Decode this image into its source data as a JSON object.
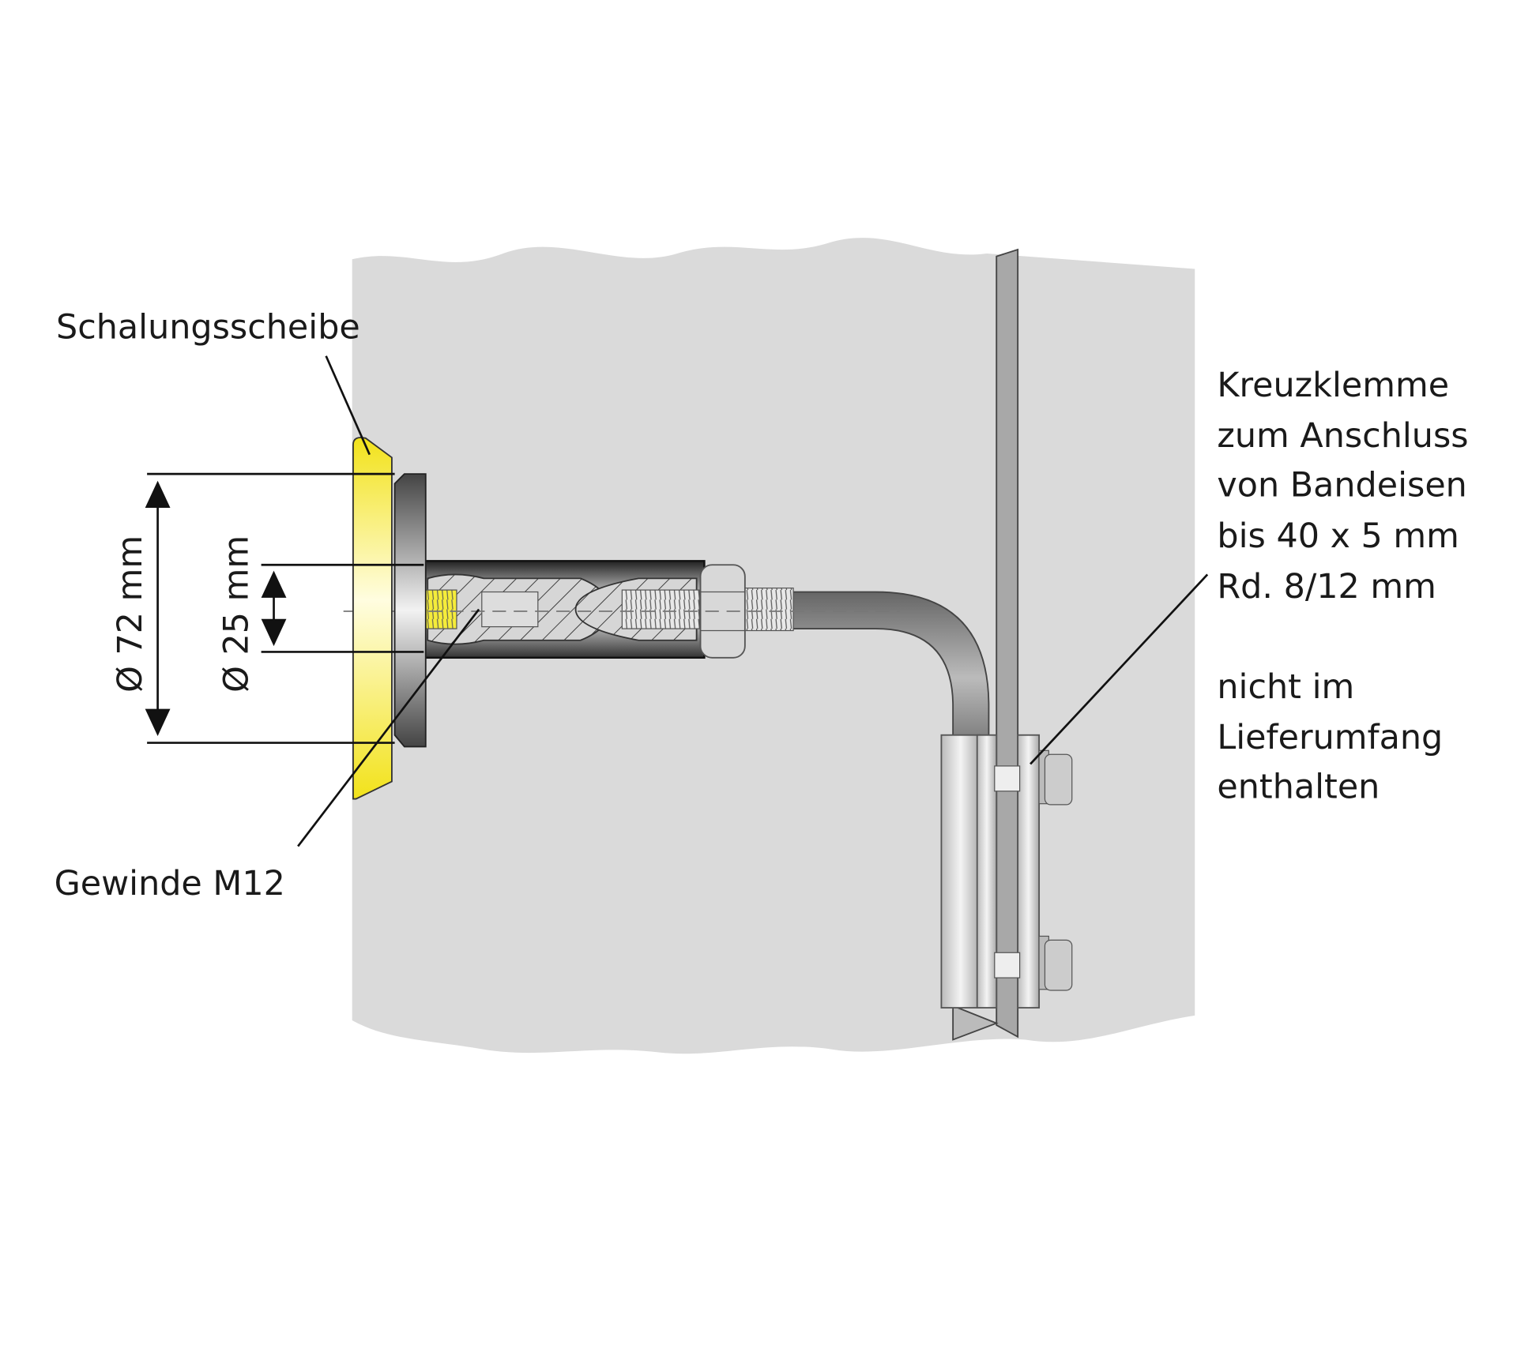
{
  "labels": {
    "schalungsscheibe": "Schalungsscheibe",
    "gewinde": "Gewinde M12",
    "dia72": "Ø 72 mm",
    "dia25": "Ø 25 mm",
    "kreuzklemme": [
      "Kreuzklemme",
      "zum Anschluss",
      "von Bandeisen",
      "bis 40 x 5 mm",
      "Rd. 8/12 mm"
    ],
    "note": [
      "nicht im",
      "Lieferumfang",
      "enthalten"
    ]
  },
  "colors": {
    "wall": "#dadada",
    "disc": "#f5ec3a",
    "steel": "#a8a8a8",
    "text": "#1a1a1a"
  }
}
